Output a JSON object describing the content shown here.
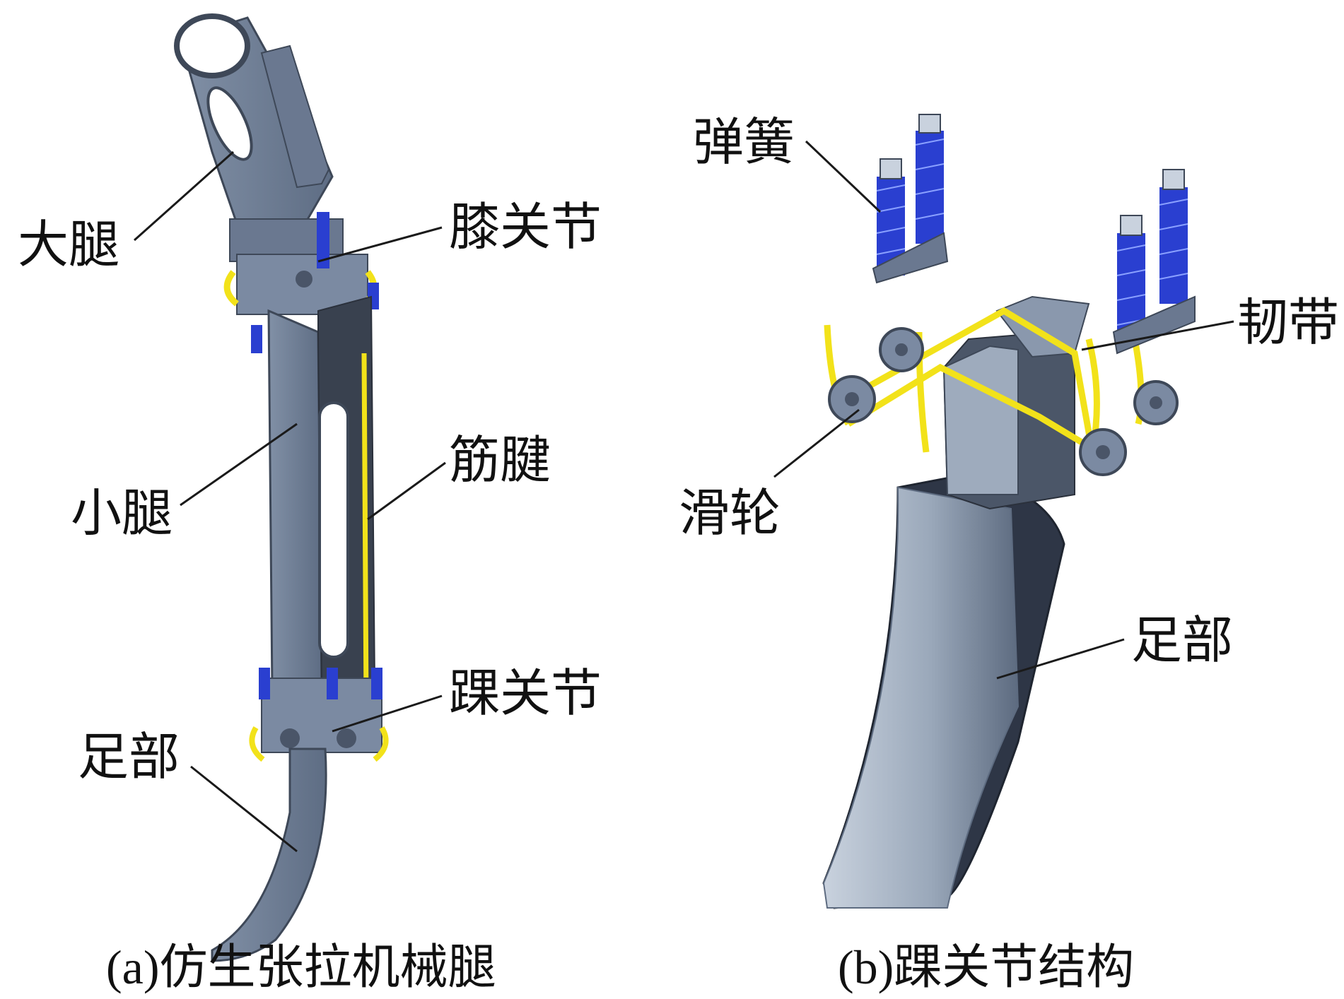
{
  "panel_a": {
    "caption": "(a)仿生张拉机械腿",
    "labels": {
      "thigh": "大腿",
      "knee": "膝关节",
      "shank": "小腿",
      "tendon": "筋腱",
      "ankle": "踝关节",
      "foot": "足部"
    }
  },
  "panel_b": {
    "caption": "(b)踝关节结构",
    "labels": {
      "spring": "弹簧",
      "ligament": "韧带",
      "pulley": "滑轮",
      "foot": "足部"
    }
  },
  "colors": {
    "steel": "#6f7f96",
    "steel_dark": "#3e4858",
    "tendon_yellow": "#f2e21a",
    "spring_blue": "#2a3fd0"
  }
}
